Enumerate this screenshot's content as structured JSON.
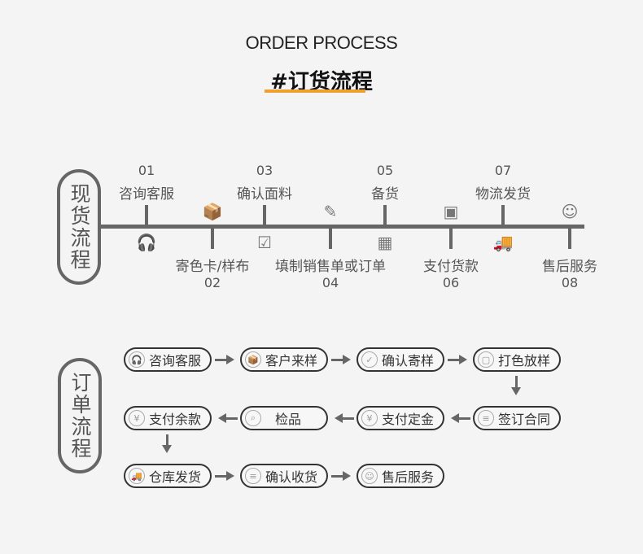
{
  "header": {
    "title_en": "ORDER PROCESS",
    "title_cn": "#订货流程",
    "accent": "#f0a030"
  },
  "stock_process": {
    "label": "现货流程",
    "steps": [
      {
        "num": "01",
        "label": "咨询客服",
        "icon": "headset-icon"
      },
      {
        "num": "02",
        "label": "寄色卡/样布",
        "icon": "box-icon"
      },
      {
        "num": "03",
        "label": "确认面料",
        "icon": "document-check-icon"
      },
      {
        "num": "04",
        "label": "填制销售单或订单",
        "icon": "form-edit-icon"
      },
      {
        "num": "05",
        "label": "备货",
        "icon": "warehouse-icon"
      },
      {
        "num": "06",
        "label": "支付货款",
        "icon": "payment-icon"
      },
      {
        "num": "07",
        "label": "物流发货",
        "icon": "truck-icon"
      },
      {
        "num": "08",
        "label": "售后服务",
        "icon": "smile-icon"
      }
    ]
  },
  "order_process": {
    "label": "订单流程",
    "steps": [
      {
        "label": "咨询客服",
        "icon": "headset-icon"
      },
      {
        "label": "客户来样",
        "icon": "box-icon"
      },
      {
        "label": "确认寄样",
        "icon": "check-circle-icon"
      },
      {
        "label": "打色放样",
        "icon": "palette-icon"
      },
      {
        "label": "签订合同",
        "icon": "contract-icon"
      },
      {
        "label": "支付定金",
        "icon": "yen-icon"
      },
      {
        "label": "检品",
        "icon": "search-icon"
      },
      {
        "label": "支付余款",
        "icon": "yen-refund-icon"
      },
      {
        "label": "仓库发货",
        "icon": "truck-icon"
      },
      {
        "label": "确认收货",
        "icon": "receipt-check-icon"
      },
      {
        "label": "售后服务",
        "icon": "smile-icon"
      }
    ]
  }
}
